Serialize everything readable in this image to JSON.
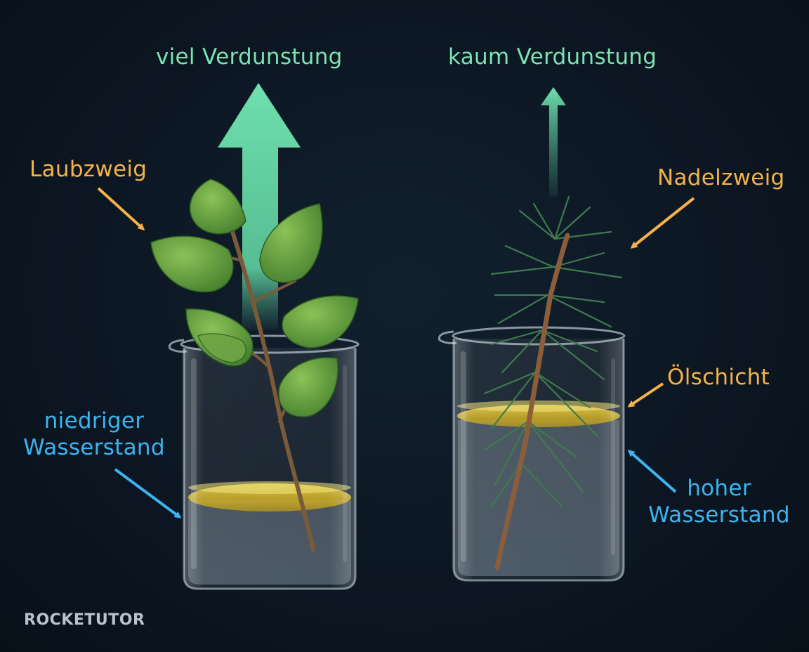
{
  "left_panel": {
    "evaporation_label": "viel Verdunstung",
    "branch_label": "Laubzweig",
    "water_level_label_line1": "niedriger",
    "water_level_label_line2": "Wasserstand"
  },
  "right_panel": {
    "evaporation_label": "kaum Verdunstung",
    "branch_label": "Nadelzweig",
    "oil_label": "Ölschicht",
    "water_level_label_line1": "hoher",
    "water_level_label_line2": "Wasserstand"
  },
  "logo": {
    "text": "ROCKETUTOR"
  },
  "colors": {
    "background": "#0b1622",
    "arrow_green": "#6fe0ad",
    "label_green": "#7ee2b1",
    "label_orange": "#f5b24a",
    "label_blue": "#3db4f0",
    "oil_yellow": "#e0c020",
    "leaf_green": "#5f9a3a",
    "needle_green": "#3f7a4e",
    "stem_brown": "#7b5a3a"
  }
}
